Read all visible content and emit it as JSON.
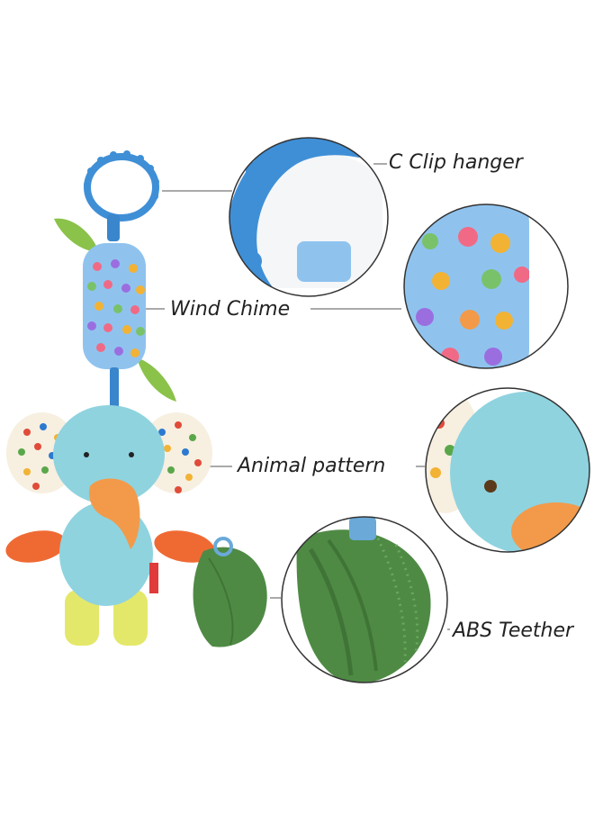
{
  "callouts": {
    "clip": "C Clip hanger",
    "chime": "Wind Chime",
    "animal": "Animal pattern",
    "teether": "ABS Teether"
  },
  "colors": {
    "ring_blue": "#3f8fd6",
    "chime_fabric": "#8fc3ee",
    "elephant_body": "#8fd3df",
    "trunk_orange": "#f29a4a",
    "arm_orange": "#ef6a33",
    "foot_yellow": "#e4e86a",
    "leaf_green": "#5a9a4f",
    "teether_green": "#4f8a45"
  }
}
